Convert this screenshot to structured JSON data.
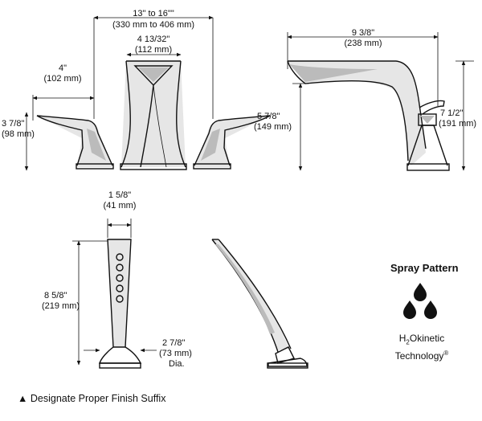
{
  "dimensions": {
    "centers_range": "13\" to 16\"\"",
    "centers_range_mm": "(330 mm to 406 mm)",
    "spout_top_width": "4 13/32\"",
    "spout_top_width_mm": "(112 mm)",
    "handle_reach": "4\"",
    "handle_reach_mm": "(102 mm)",
    "handle_height": "3 7/8\"",
    "handle_height_mm": "(98 mm)",
    "spout_reach": "9 3/8\"",
    "spout_reach_mm": "(238 mm)",
    "spout_clearance": "5 7/8\"",
    "spout_clearance_mm": "(149 mm)",
    "spout_height": "7 1/2\"",
    "spout_height_mm": "(191 mm)",
    "handspray_width": "1 5/8\"",
    "handspray_width_mm": "(41 mm)",
    "handspray_height": "8 5/8\"",
    "handspray_height_mm": "(219 mm)",
    "base_diameter": "2 7/8\"",
    "base_diameter_mm": "(73 mm)",
    "base_diameter_suffix": "Dia."
  },
  "spray_pattern": {
    "title": "Spray Pattern",
    "tech_line1_pre": "H",
    "tech_line1_sub": "2",
    "tech_line1_post": "Okinetic",
    "tech_line2": "Technology",
    "tech_mark": "®"
  },
  "footnote": {
    "symbol": "▲",
    "text": "Designate Proper Finish Suffix"
  }
}
